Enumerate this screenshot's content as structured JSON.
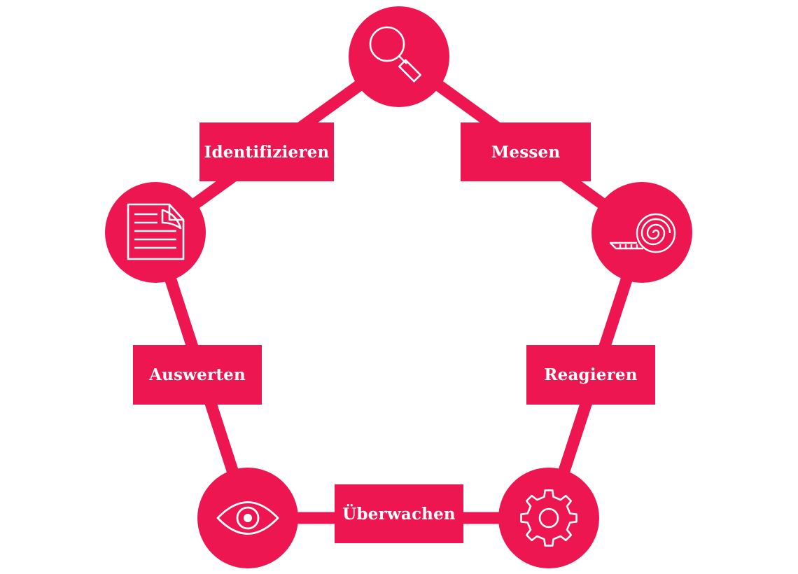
{
  "colors": {
    "accent": "#ED1651",
    "icon_stroke": "#ffffff"
  },
  "steps": [
    {
      "label": "Identifizieren"
    },
    {
      "label": "Messen"
    },
    {
      "label": "Reagieren"
    },
    {
      "label": "Überwachen"
    },
    {
      "label": "Auswerten"
    }
  ],
  "icons": [
    "magnifier-icon",
    "tape-measure-icon",
    "gear-icon",
    "eye-icon",
    "document-icon"
  ]
}
